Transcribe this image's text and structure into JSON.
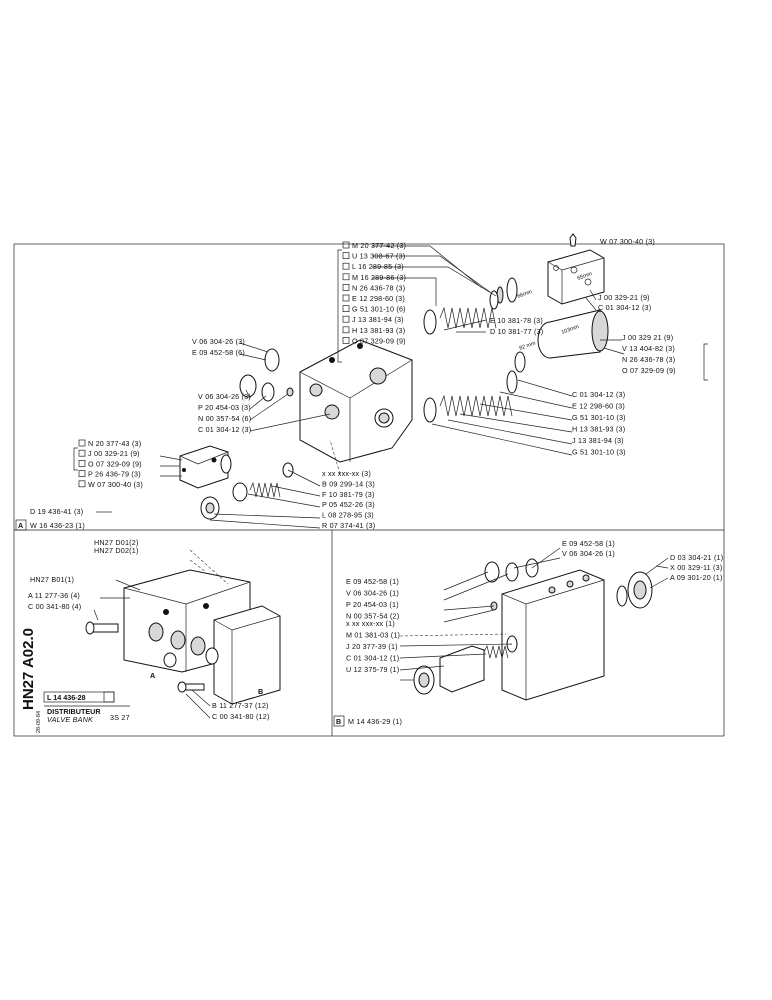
{
  "title_block": {
    "drawing_no": "HN27 A02.0",
    "ref": "L 14 436-28",
    "date": "28-09-84",
    "name_fr": "DISTRIBUTEUR",
    "name_en": "VALVE BANK",
    "model": "3S 27"
  },
  "section_a": {
    "letter": "A",
    "ref": "W 16 436-23 (1)"
  },
  "section_b": {
    "letter": "B",
    "ref": "M 14 436-29 (1)"
  },
  "top_right_labels": [
    "W 07 300-40 (3)",
    "J 00 329-21 (9)",
    "C 01 304-12 (3)",
    "J 00 329 21 (9)",
    "V 13 404-82 (3)",
    "N 26 436-78 (3)",
    "O 07 329-09 (9)"
  ],
  "dim_labels": [
    "65mm",
    "66mm",
    "103mm",
    "82 mm"
  ],
  "stack_upper": [
    "M 20 377-42 (3)",
    "U 13 308-67 (3)",
    "L 16 289-85 (3)",
    "M 16 289-86 (3)",
    "N 26 436-78 (3)",
    "E 12 298-60 (3)",
    "G 51 301-10 (6)",
    "J 13 381-94 (3)",
    "H 13 381-93 (3)",
    "O 07 329-09 (9)"
  ],
  "mid_labels": [
    "E 10 381-78 (3)",
    "D 10 381-77 (3)"
  ],
  "right_column": [
    "C 01 304-12 (3)",
    "E 12 298-60 (3)",
    "G 51 301-10 (3)",
    "H 13 381-93 (3)",
    "J 13 381-94 (3)",
    "G 51 301-10 (3)"
  ],
  "left_upper": [
    "V 06 304-26 (3)",
    "E 09 452-58 (6)"
  ],
  "left_mid": [
    "V 06 304-26 (3)",
    "P 20 454-03 (3)",
    "N 00 357-54 (6)",
    "C 01 304-12 (3)"
  ],
  "left_group": [
    "N 20 377-43 (3)",
    "J 00 329-21 (9)",
    "O 07 329-09 (9)",
    "P 26 436-79 (3)",
    "W 07 300-40 (3)"
  ],
  "lower_center": [
    "x xx xxx-xx (3)",
    "B 09 299-14 (3)",
    "F 10 381-79 (3)",
    "P 05 452-26 (3)",
    "L 08 278-95 (3)",
    "R 07 374-41 (3)"
  ],
  "d_label": "D 19 436-41 (3)",
  "assembly": {
    "d02": "HN27 D02(1)",
    "d01": "HN27 D01(2)",
    "b01": "HN27 B01(1)",
    "labels": [
      "A 11 277-36 (4)",
      "C 00 341-80 (4)",
      "B 11 277-37 (12)",
      "C 00 341-80 (12)"
    ],
    "callout_a": "A",
    "callout_b": "B"
  },
  "section_b_labels_top": [
    "E 09 452-58 (1)",
    "V 06 304-26 (1)"
  ],
  "section_b_labels_right": [
    "D 03 304-21 (1)",
    "X 00 329-11 (3)",
    "A 09 301-20 (1)"
  ],
  "section_b_labels_left": [
    "E 09 452-58 (1)",
    "V 06 304-26 (1)",
    "P 20 454-03 (1)",
    "N 00 357-54 (2)",
    "x xx xxx-xx (1)",
    "M 01 381-03 (1)",
    "J 20 377-39 (1)",
    "C 01 304-12 (1)",
    "U 12 375-79 (1)"
  ]
}
